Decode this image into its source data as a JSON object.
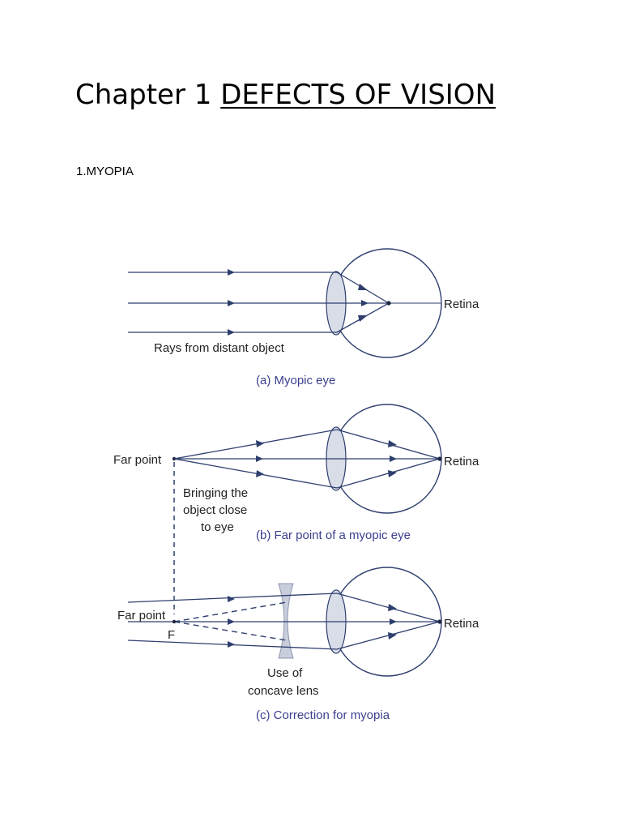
{
  "document": {
    "title_prefix": "Chapter 1",
    "title_main": "DEFECTS OF VISION",
    "section_heading": "1.MYOPIA"
  },
  "figure": {
    "panel_a": {
      "retina_label": "Retina",
      "rays_label": "Rays from distant object",
      "caption": "(a) Myopic eye"
    },
    "panel_b": {
      "far_point_label": "Far point",
      "retina_label": "Retina",
      "note_line1": "Bringing the",
      "note_line2": "object close",
      "note_line3": "to eye",
      "caption": "(b) Far point of a myopic eye"
    },
    "panel_c": {
      "far_point_label": "Far point",
      "focus_label": "F",
      "retina_label": "Retina",
      "lens_line1": "Use of",
      "lens_line2": "concave lens",
      "caption": "(c) Correction for myopia"
    },
    "colors": {
      "line": "#2e3f6e",
      "lens_fill": "#d9dde8",
      "caption": "#3b3f8f"
    }
  }
}
